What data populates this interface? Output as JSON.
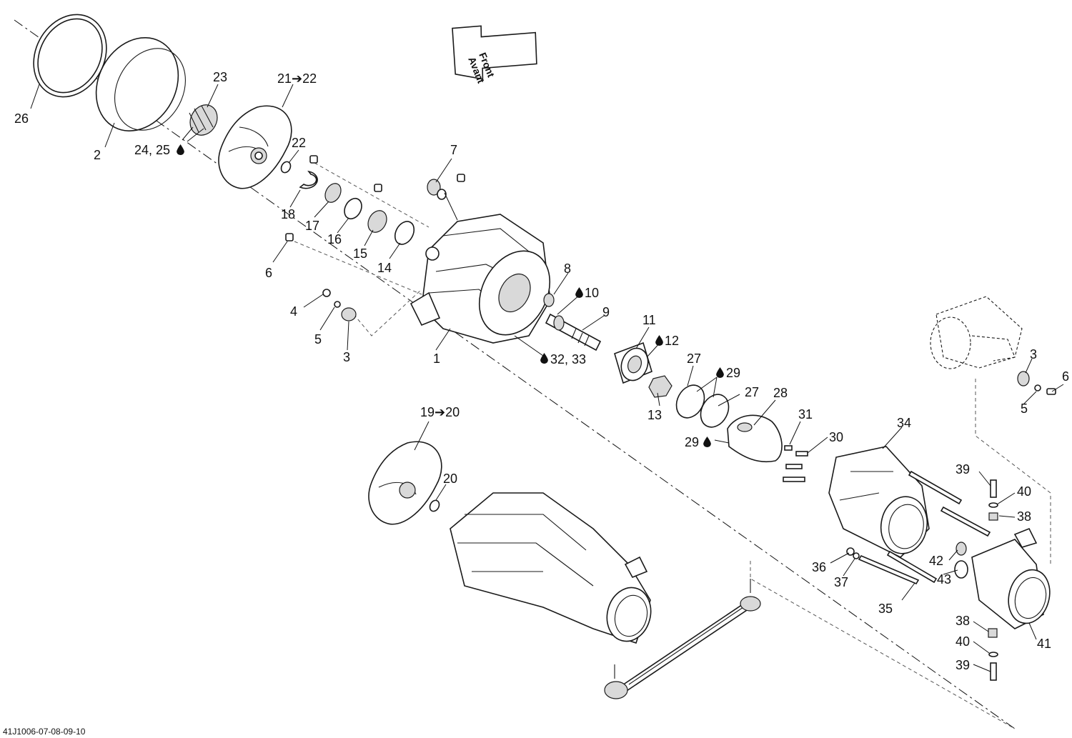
{
  "direction_arrow": {
    "line1": "Front",
    "line2": "Avant"
  },
  "drawing_id": "41J1006-07-08-09-10",
  "icons": {
    "lubricant": "oil-drop-icon"
  },
  "callouts": {
    "c26": "26",
    "c2": "2",
    "c23": "23",
    "c21_22": "21➔22",
    "c24_25": "24, 25",
    "c22": "22",
    "c18": "18",
    "c17": "17",
    "c16": "16",
    "c15": "15",
    "c14": "14",
    "c6a": "6",
    "c7": "7",
    "c8": "8",
    "c10": "10",
    "c9": "9",
    "c4": "4",
    "c5a": "5",
    "c3a": "3",
    "c1": "1",
    "c32_33": "32, 33",
    "c11": "11",
    "c12": "12",
    "c27a": "27",
    "c29a": "29",
    "c27b": "27",
    "c13": "13",
    "c28": "28",
    "c31": "31",
    "c30": "30",
    "c29b": "29",
    "c34": "34",
    "c19_20": "19➔20",
    "c20": "20",
    "c3b": "3",
    "c6b": "6",
    "c5b": "5",
    "c39a": "39",
    "c40a": "40",
    "c38a": "38",
    "c42": "42",
    "c36": "36",
    "c37": "37",
    "c43": "43",
    "c35": "35",
    "c38b": "38",
    "c40b": "40",
    "c41": "41",
    "c39b": "39"
  }
}
